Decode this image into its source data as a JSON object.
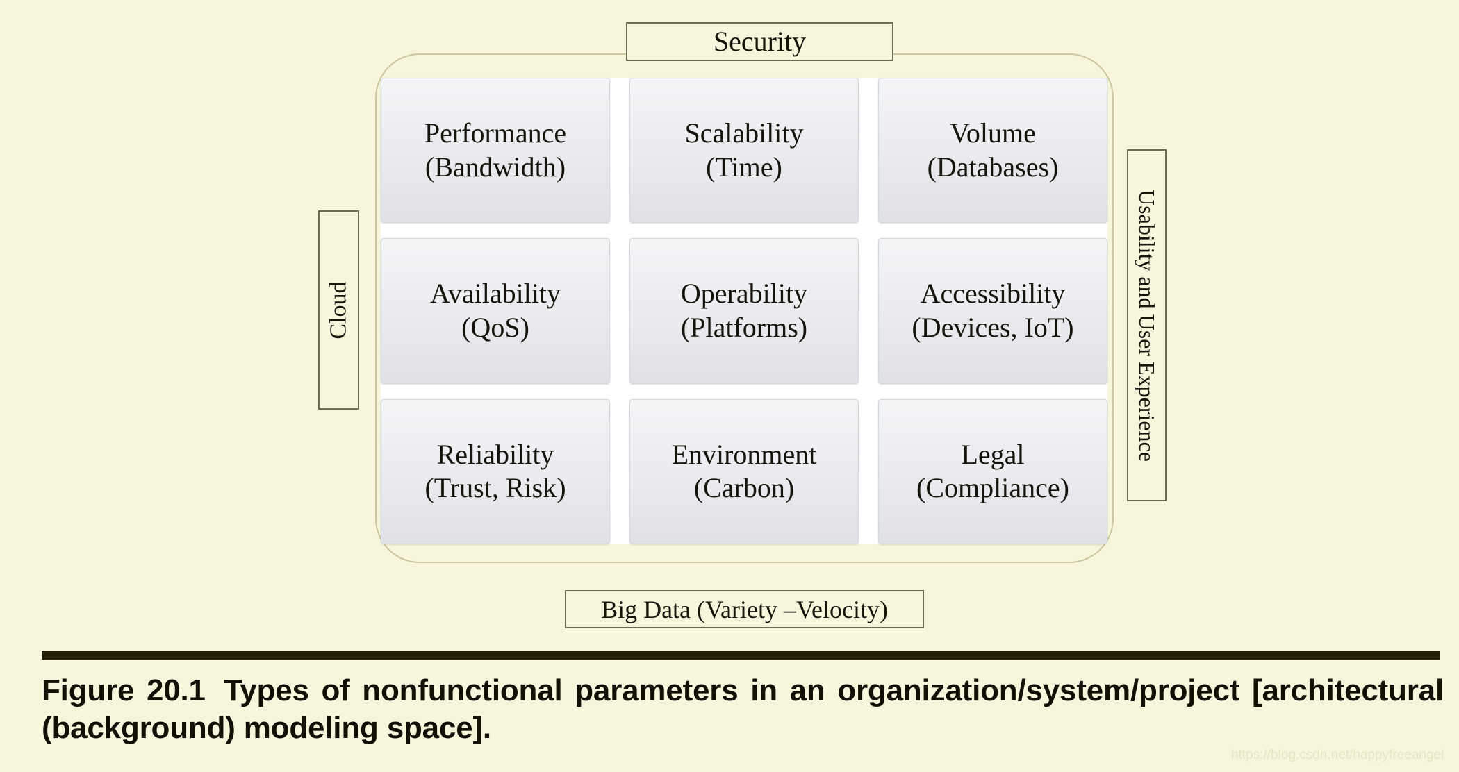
{
  "figure": {
    "background_color": "#f7f6dc",
    "edge_labels": {
      "top": "Security",
      "left": "Cloud",
      "right": "Usability and User Experience",
      "bottom": "Big Data (Variety –Velocity)"
    },
    "matrix": {
      "rows": 3,
      "columns": 3,
      "cells": [
        {
          "title": "Performance",
          "detail": "(Bandwidth)"
        },
        {
          "title": "Scalability",
          "detail": "(Time)"
        },
        {
          "title": "Volume",
          "detail": "(Databases)"
        },
        {
          "title": "Availability",
          "detail": "(QoS)"
        },
        {
          "title": "Operability",
          "detail": "(Platforms)"
        },
        {
          "title": "Accessibility",
          "detail": "(Devices, IoT)"
        },
        {
          "title": "Reliability",
          "detail": "(Trust, Risk)"
        },
        {
          "title": "Environment",
          "detail": "(Carbon)"
        },
        {
          "title": "Legal",
          "detail": "(Compliance)"
        }
      ]
    }
  },
  "caption": {
    "number": "Figure 20.1",
    "text": "Types of nonfunctional parameters in an organization/system/project [architectural (background) modeling space]."
  },
  "watermark": {
    "text": "https://blog.csdn.net/happyfreeangel"
  }
}
